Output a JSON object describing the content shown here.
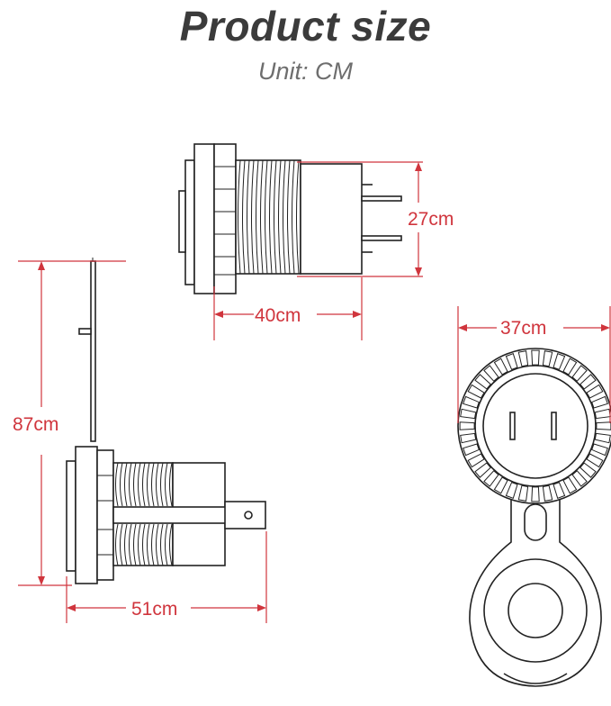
{
  "header": {
    "title": "Product size",
    "unit": "Unit: CM"
  },
  "dimensions": {
    "top_height": "27cm",
    "top_length": "40cm",
    "side_height": "87cm",
    "side_length": "51cm",
    "front_diameter": "37cm"
  },
  "colors": {
    "dimension": "#d0353d",
    "outline": "#222222",
    "title": "#3b3b3b"
  }
}
